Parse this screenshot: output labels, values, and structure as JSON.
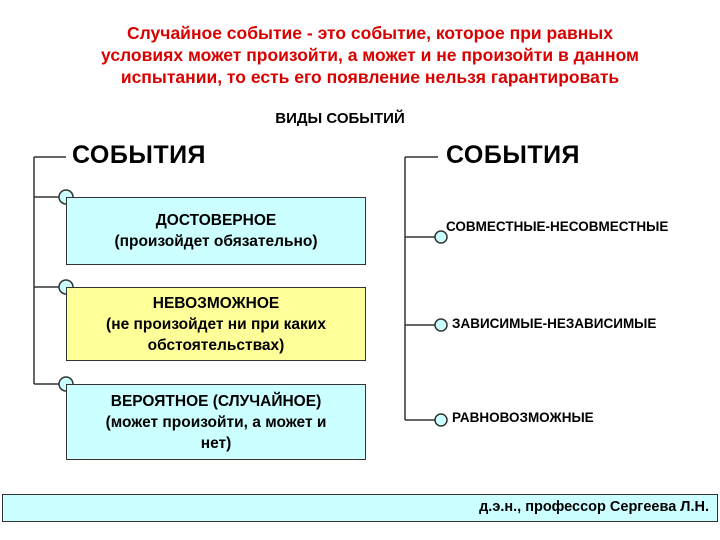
{
  "headline": {
    "line1": "Случайное событие - это событие, которое при равных",
    "line2": "условиях может произойти, а может и не произойти в данном",
    "line3": "испытании, то есть его появление нельзя гарантировать"
  },
  "subheading": "ВИДЫ СОБЫТИЙ",
  "left_column": {
    "title": "СОБЫТИЯ",
    "items": [
      {
        "line1": "ДОСТОВЕРНОЕ",
        "line2": "(произойдет обязательно)",
        "line3": "",
        "fill": "#ccffff"
      },
      {
        "line1": "НЕВОЗМОЖНОЕ",
        "line2": "(не произойдет ни при каких",
        "line3": "обстоятельствах)",
        "fill": "#ffff99"
      },
      {
        "line1": "ВЕРОЯТНОЕ (СЛУЧАЙНОЕ)",
        "line2": "(может произойти, а может и",
        "line3": "нет)",
        "fill": "#ccffff"
      }
    ]
  },
  "right_column": {
    "title": "СОБЫТИЯ",
    "items": [
      {
        "label": "СОВМЕСТНЫЕ-НЕСОВМЕСТНЫЕ"
      },
      {
        "label": "ЗАВИСИМЫЕ-НЕЗАВИСИМЫЕ"
      },
      {
        "label": "РАВНОВОЗМОЖНЫЕ"
      }
    ]
  },
  "footer": {
    "text": "д.э.н., профессор Сергеева Л.Н."
  },
  "colors": {
    "headline": "#d90000",
    "node_fill": "#ccffff",
    "box_blue": "#ccffff",
    "box_yellow": "#ffff99",
    "footer_fill": "#ccffff"
  }
}
